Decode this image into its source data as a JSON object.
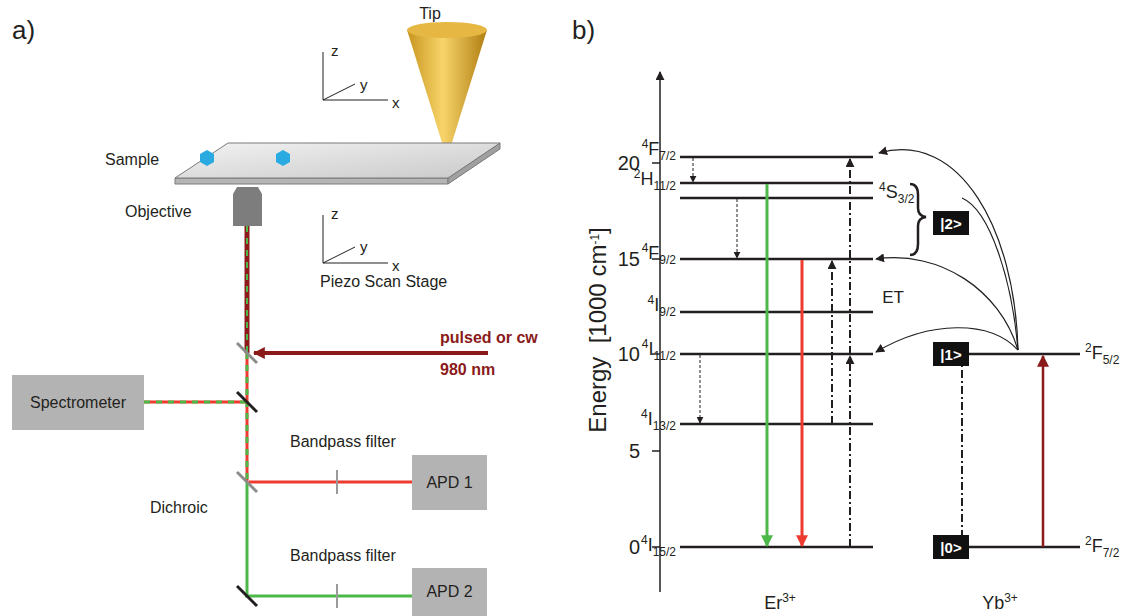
{
  "diagram": {
    "nodes": [
      {
        "text": [
          "Spectrometer"
        ]
      },
      {
        "text": [
          "APD 1"
        ]
      },
      {
        "text": [
          "APD 2"
        ]
      },
      {
        "text": [
          "|2>"
        ]
      },
      {
        "text": [
          "|1>"
        ]
      },
      {
        "text": [
          "|0>"
        ]
      }
    ],
    "labels": [
      "a)",
      "Tip",
      "z",
      "y",
      "x",
      "Sample",
      "Objective",
      "z",
      "y",
      "x",
      "Piezo Scan Stage",
      "pulsed or cw",
      "980 nm",
      "Bandpass filter",
      "Dichroic",
      "Bandpass filter",
      "b)",
      "Energy  [1000 cm",
      "-1",
      "]",
      "20",
      "15",
      "10",
      "5",
      "0",
      "4",
      "F",
      "7/2",
      "2",
      "H",
      "11/2",
      "4",
      "S",
      "3/2",
      "4",
      "F",
      "9/2",
      "4",
      "I",
      "9/2",
      "4",
      "I",
      "11/2",
      "4",
      "I",
      "13/2",
      "4",
      "I",
      "15/2",
      "Er",
      "3+",
      "ET",
      "2",
      "F",
      "5/2",
      "2",
      "F",
      "7/2",
      "Yb",
      "3+"
    ]
  }
}
